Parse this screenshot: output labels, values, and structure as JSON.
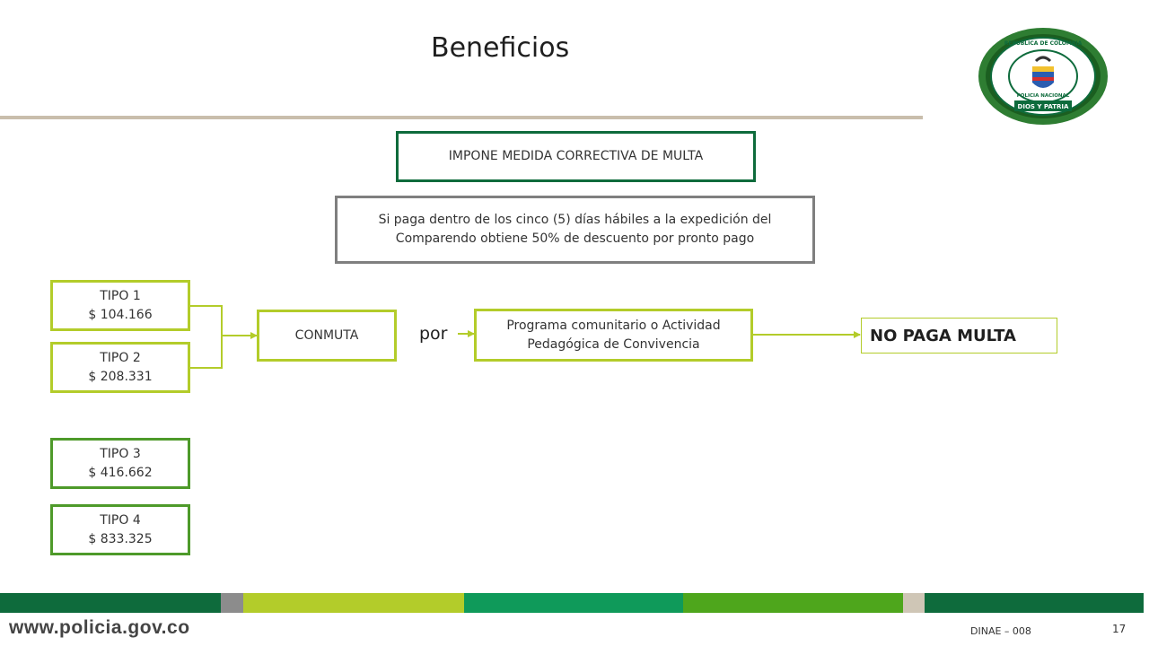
{
  "title": "Beneficios",
  "boxes": {
    "impone": "IMPONE MEDIDA CORRECTIVA DE MULTA",
    "descuento_line1": "Si paga dentro de los cinco (5) días hábiles a la expedición del",
    "descuento_line2": "Comparendo obtiene 50% de descuento por pronto pago",
    "conmuta": "CONMUTA",
    "por": "por",
    "programa_line1": "Programa comunitario o Actividad",
    "programa_line2": "Pedagógica de Convivencia",
    "no_paga": "NO PAGA MULTA"
  },
  "tipos": [
    {
      "label": "TIPO 1",
      "value": "$ 104.166"
    },
    {
      "label": "TIPO 2",
      "value": "$ 208.331"
    },
    {
      "label": "TIPO 3",
      "value": "$ 416.662"
    },
    {
      "label": "TIPO 4",
      "value": "$ 833.325"
    }
  ],
  "seal": {
    "text_top": "REPUBLICA DE COLOMBIA",
    "text_mid": "POLICIA NACIONAL",
    "text_bottom": "DIOS Y PATRIA"
  },
  "footer": {
    "url": "www.policia.gov.co",
    "code": "DINAE – 008",
    "page": "17"
  },
  "colors": {
    "lime": "#b3cc2a",
    "green": "#4e9a2a",
    "dark_green": "#0e6b3c",
    "gray": "#7f7f7f",
    "footer_segments": [
      "#0e6b3c",
      "#8c8c8c",
      "#b3cc2a",
      "#0f9a5a",
      "#4ea61c",
      "#cfc6b6",
      "#0e6b3c"
    ]
  }
}
